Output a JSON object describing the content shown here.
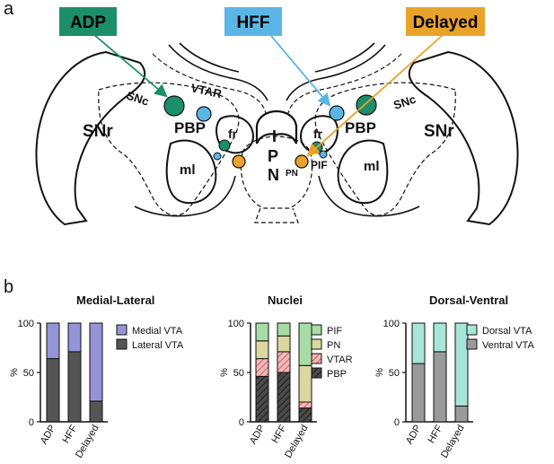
{
  "panel_a": {
    "letter": "a",
    "legend_boxes": [
      {
        "label": "ADP",
        "fill": "#1c8f6a",
        "text_color": "#000000"
      },
      {
        "label": "HFF",
        "fill": "#5bb6e6",
        "text_color": "#000000"
      },
      {
        "label": "Delayed",
        "fill": "#e9a22a",
        "text_color": "#000000"
      }
    ],
    "region_labels": {
      "snr_left": "SNr",
      "snr_right": "SNr",
      "snc_left": "SNc",
      "snc_right": "SNc",
      "vtar": "VTAR",
      "pbp_left": "PBP",
      "pbp_right": "PBP",
      "fr_left": "fr",
      "fr_right": "fr",
      "ml_left": "ml",
      "ml_right": "ml",
      "ipn_i": "I",
      "ipn_p": "P",
      "ipn_n": "N",
      "pn": "PN",
      "pif": "PIF"
    },
    "dot_colors": {
      "adp": "#1c8f6a",
      "hff": "#5bb6e6",
      "delayed": "#e9a22a"
    }
  },
  "panel_b": {
    "letter": "b",
    "colors": {
      "medial_vta": "#9494d6",
      "lateral_vta": "#555555",
      "pif": "#a8dca6",
      "pn": "#dcd7a0",
      "vtar": "#f2b8b8",
      "vtar_hatch": "#c04a4a",
      "pbp": "#444444",
      "pbp_hatch": "#1a1a1a",
      "dorsal_vta": "#a7e6d6",
      "ventral_vta": "#9a9a9a"
    },
    "chart_data": [
      {
        "type": "bar",
        "stacked": true,
        "title": "Medial-Lateral",
        "categories": [
          "ADP",
          "HFF",
          "Delayed"
        ],
        "ylabel": "%",
        "ylim": [
          0,
          100
        ],
        "yticks": [
          "0",
          "50",
          "100"
        ],
        "series": [
          {
            "name": "Lateral VTA",
            "values": [
              64,
              71,
              21
            ]
          },
          {
            "name": "Medial VTA",
            "values": [
              36,
              29,
              79
            ]
          }
        ],
        "legend": [
          "Medial VTA",
          "Lateral VTA"
        ]
      },
      {
        "type": "bar",
        "stacked": true,
        "title": "Nuclei",
        "categories": [
          "ADP",
          "HFF",
          "Delayed"
        ],
        "ylabel": "%",
        "ylim": [
          0,
          100
        ],
        "yticks": [
          "0",
          "50",
          "100"
        ],
        "series": [
          {
            "name": "PBP",
            "values": [
              46,
              50,
              14
            ]
          },
          {
            "name": "VTAR",
            "values": [
              18,
              21,
              6
            ]
          },
          {
            "name": "PN",
            "values": [
              18,
              16,
              37
            ]
          },
          {
            "name": "PIF",
            "values": [
              18,
              13,
              43
            ]
          }
        ],
        "legend": [
          "PIF",
          "PN",
          "VTAR",
          "PBP"
        ]
      },
      {
        "type": "bar",
        "stacked": true,
        "title": "Dorsal-Ventral",
        "categories": [
          "ADP",
          "HFF",
          "Delayed"
        ],
        "ylabel": "%",
        "ylim": [
          0,
          100
        ],
        "yticks": [
          "0",
          "50",
          "100"
        ],
        "series": [
          {
            "name": "Ventral VTA",
            "values": [
              59,
              71,
              16
            ]
          },
          {
            "name": "Dorsal VTA",
            "values": [
              41,
              29,
              84
            ]
          }
        ],
        "legend": [
          "Dorsal VTA",
          "Ventral VTA"
        ]
      }
    ]
  }
}
